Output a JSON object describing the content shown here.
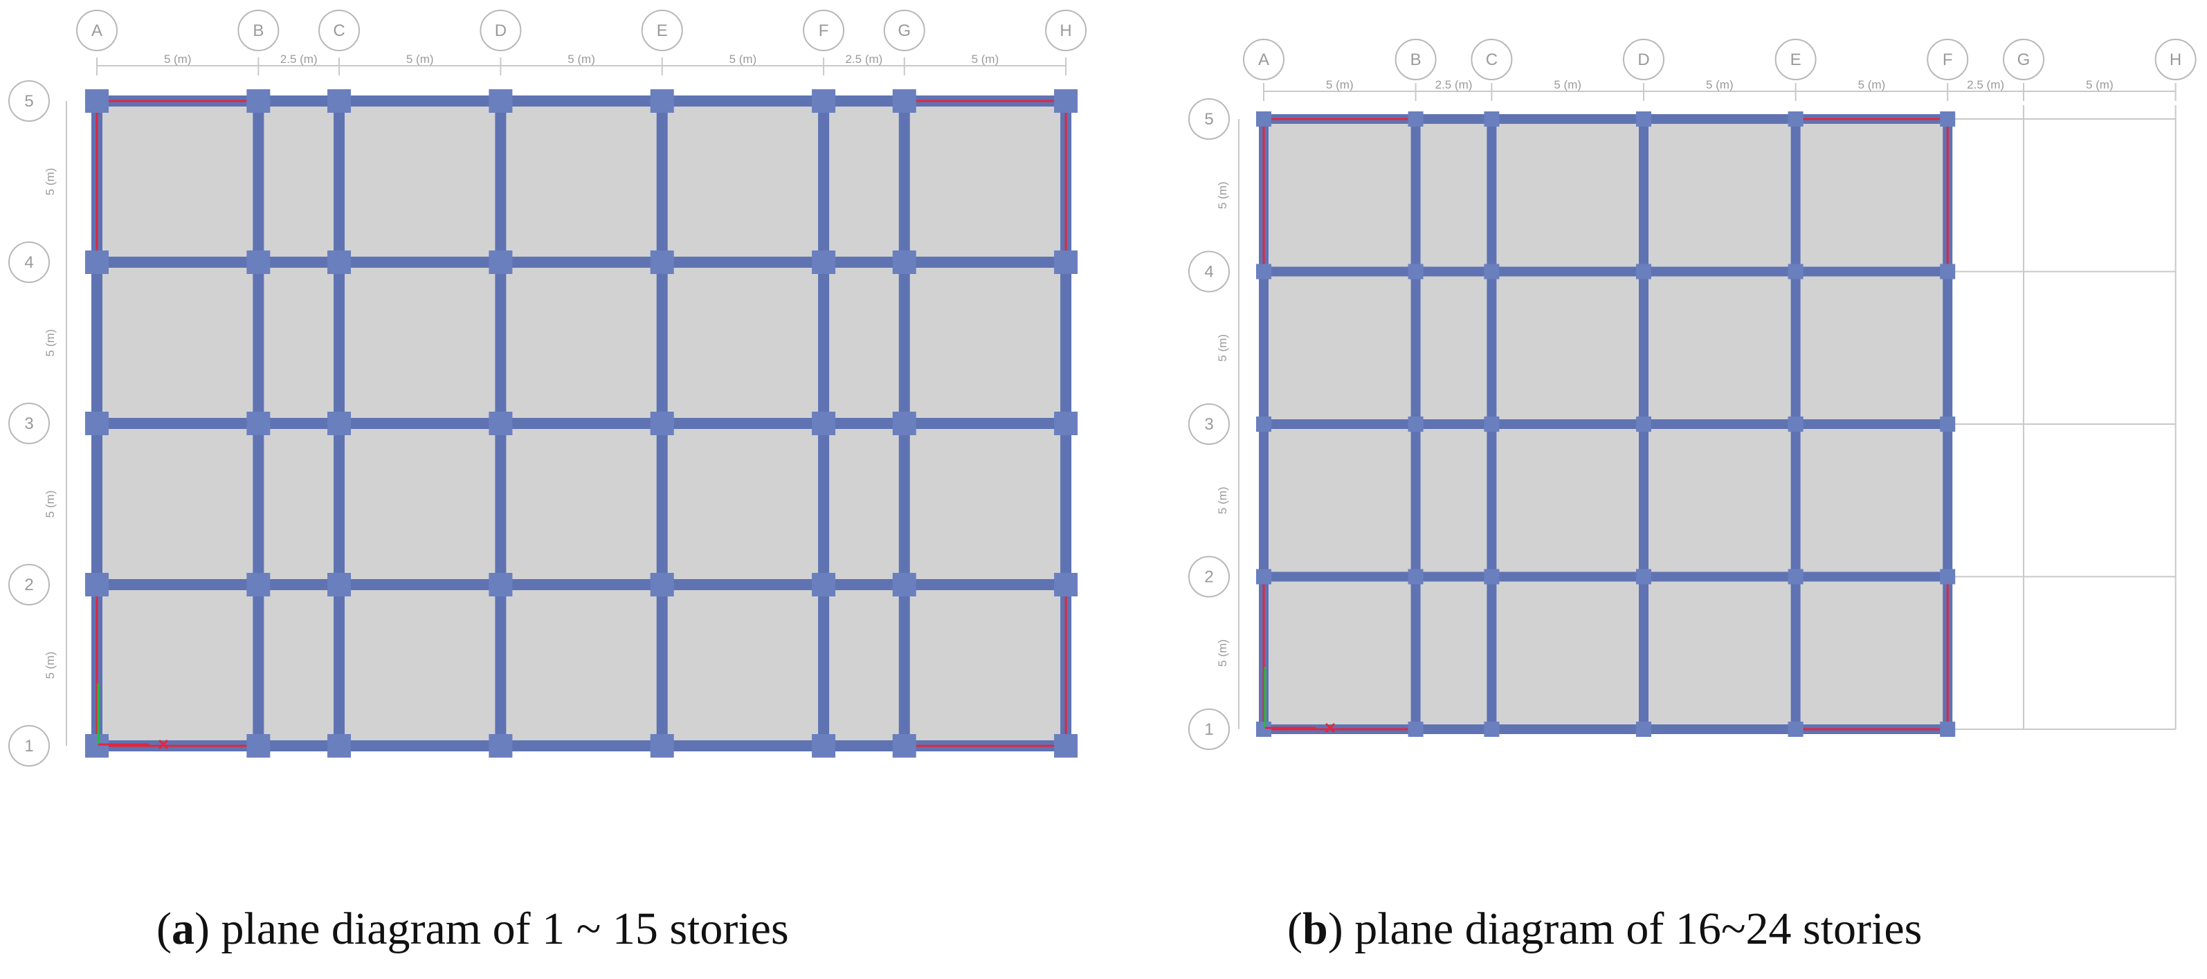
{
  "colors": {
    "slab": "#d2d2d2",
    "beam": "#5f73b3",
    "column": "#6a7fbe",
    "wall": "#e3263e",
    "grid": "#c9c9c9",
    "bubble": "#b8b8b8",
    "label": "#9a9a9a",
    "axis_y": "#1fbf3a",
    "axis_x": "#e3263e"
  },
  "plans": [
    {
      "id": "a",
      "x_grid_labels": [
        "A",
        "B",
        "C",
        "D",
        "E",
        "F",
        "G",
        "H"
      ],
      "y_grid_labels": [
        "1",
        "2",
        "3",
        "4",
        "5"
      ],
      "x_spacings": [
        "5 (m)",
        "2.5 (m)",
        "5 (m)",
        "5 (m)",
        "5 (m)",
        "2.5 (m)",
        "5 (m)"
      ],
      "y_spacings": [
        "5 (m)",
        "5 (m)",
        "5 (m)",
        "5 (m)"
      ],
      "x_spacing_values": [
        5,
        2.5,
        5,
        5,
        5,
        2.5,
        5
      ],
      "y_spacing_values": [
        5,
        5,
        5,
        5
      ],
      "framed_x_grids": 8,
      "caption_letter": "a",
      "caption_text": " plane diagram of 1 ~ 15 stories"
    },
    {
      "id": "b",
      "x_grid_labels": [
        "A",
        "B",
        "C",
        "D",
        "E",
        "F",
        "G",
        "H"
      ],
      "y_grid_labels": [
        "1",
        "2",
        "3",
        "4",
        "5"
      ],
      "x_spacings": [
        "5 (m)",
        "2.5 (m)",
        "5 (m)",
        "5 (m)",
        "5 (m)",
        "2.5 (m)",
        "5 (m)"
      ],
      "y_spacings": [
        "5 (m)",
        "5 (m)",
        "5 (m)",
        "5 (m)"
      ],
      "x_spacing_values": [
        5,
        2.5,
        5,
        5,
        5,
        2.5,
        5
      ],
      "y_spacing_values": [
        5,
        5,
        5,
        5
      ],
      "framed_x_grids": 6,
      "caption_letter": "b",
      "caption_text": " plane diagram of 16~24 stories"
    }
  ]
}
